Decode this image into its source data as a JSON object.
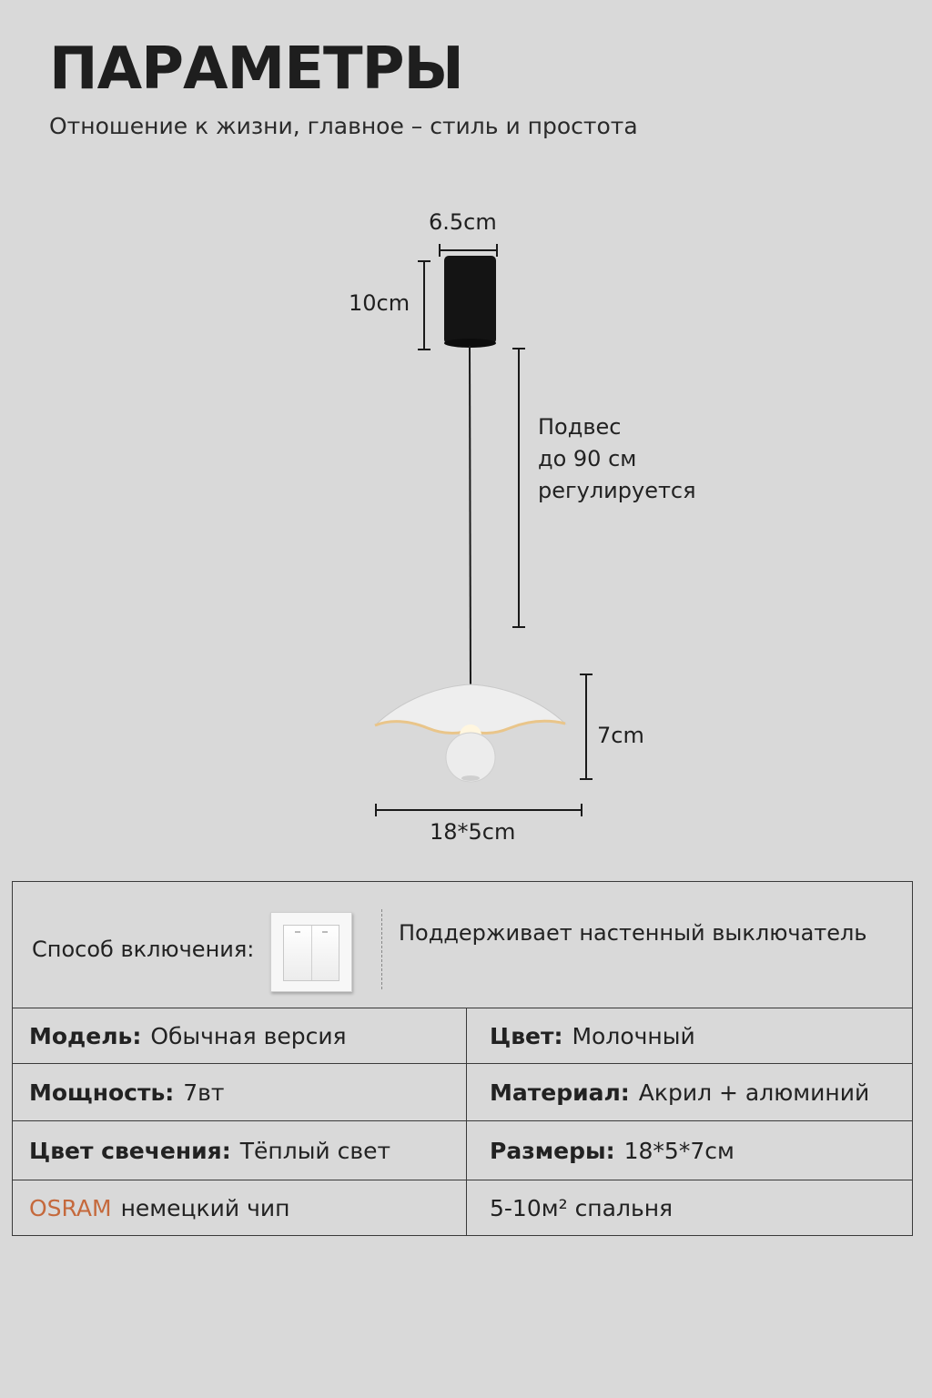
{
  "header": {
    "title": "ПАРАМЕТРЫ",
    "subtitle": "Отношение к жизни, главное – стиль и простота"
  },
  "dimensions": {
    "base_width": "6.5cm",
    "base_height": "10cm",
    "suspension_note": [
      "Подвес",
      "до 90 см",
      "регулируется"
    ],
    "shade_height": "7cm",
    "shade_size": "18*5cm"
  },
  "switch_row": {
    "label": "Способ включения:",
    "description": "Поддерживает настенный выключатель"
  },
  "specs": [
    {
      "left_key": "Модель:",
      "left_value": "Обычная версия",
      "right_key": "Цвет:",
      "right_value": "Молочный"
    },
    {
      "left_key": "Мощность:",
      "left_value": "7вт",
      "right_key": "Материал:",
      "right_value": "Акрил + алюминий"
    },
    {
      "left_key": "Цвет свечения:",
      "left_value": "Тёплый свет",
      "right_key": "Размеры:",
      "right_value": "18*5*7см"
    }
  ],
  "last_row": {
    "brand": "OSRAM",
    "left_text": "немецкий чип",
    "right_text": "5-10м² спальня"
  },
  "colors": {
    "background": "#d9d9d9",
    "brand_accent": "#c5693c"
  }
}
